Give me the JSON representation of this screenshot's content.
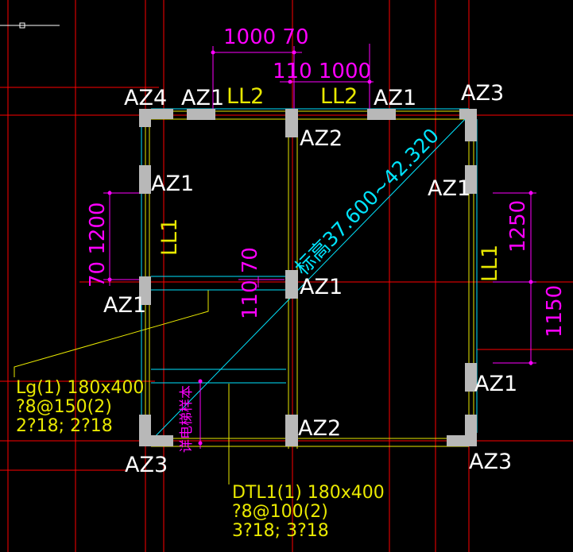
{
  "colors": {
    "background": "#000000",
    "axis_red": "#ff0000",
    "wall_cyan": "#00e5ff",
    "beam_yellow": "#e8e800",
    "dim_magenta": "#ff00ff",
    "column_fill": "#b8b8b8",
    "label_white": "#ffffff"
  },
  "column_labels": {
    "az4_tl": "AZ4",
    "az1_top": "AZ1",
    "az1_top_right": "AZ1",
    "az3_tr": "AZ3",
    "az2_top": "AZ2",
    "az1_left_upper": "AZ1",
    "az1_right_upper": "AZ1",
    "az1_left_mid": "AZ1",
    "az1_center": "AZ1",
    "az1_right_lower": "AZ1",
    "az2_bottom": "AZ2",
    "az3_bl": "AZ3",
    "az3_br": "AZ3"
  },
  "beam_labels": {
    "ll2_left": "LL2",
    "ll2_right": "LL2",
    "ll1_left": "LL1",
    "ll1_right": "LL1"
  },
  "dimensions": {
    "top_upper": "1000 70",
    "top_lower": "110 1000",
    "left": "70 1200",
    "center": "110 70",
    "right_upper": "1250",
    "right_lower": "1150"
  },
  "annotations": {
    "lg_line1": "Lg(1) 180x400",
    "lg_line2": "?8@150(2)",
    "lg_line3": "2?18; 2?18",
    "dtl_line1": "DTL1(1) 180x400",
    "dtl_line2": "?8@100(2)",
    "dtl_line3": "3?18; 3?18",
    "elevation": "标高37.600~42.320",
    "stair": "详电梯样本"
  }
}
